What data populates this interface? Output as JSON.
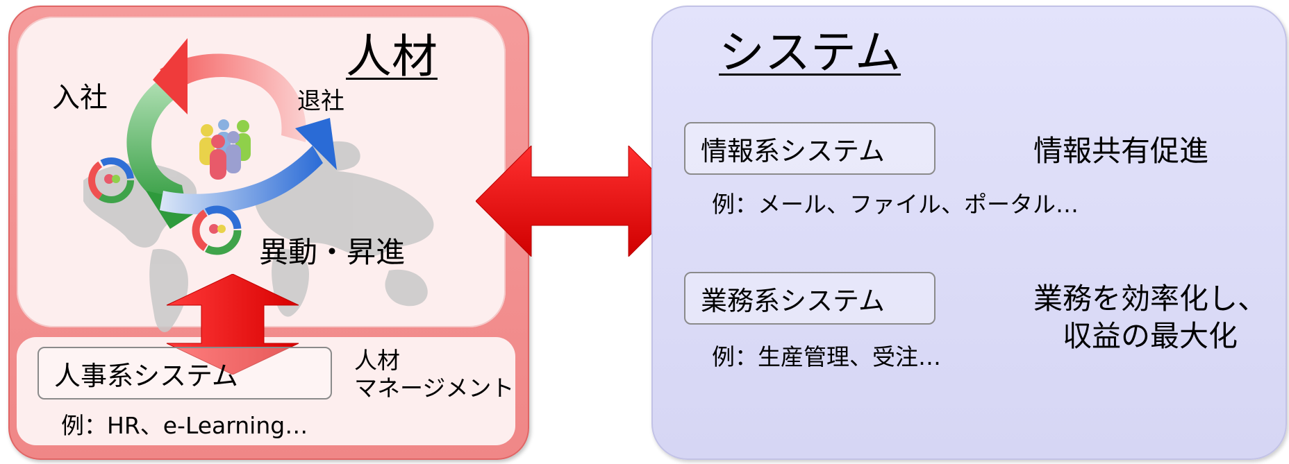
{
  "talent": {
    "title": "人材",
    "join": "入社",
    "leave": "退社",
    "transfer": "異動・昇進"
  },
  "hr_system": {
    "label": "人事系システム",
    "example": "例：HR、e-Learning…",
    "management_line1": "人材",
    "management_line2": "マネージメント"
  },
  "system": {
    "title": "システム",
    "info_system": "情報系システム",
    "info_purpose": "情報共有促進",
    "info_example": "例：メール、ファイル、ポータル…",
    "biz_system": "業務系システム",
    "biz_purpose_line1": "業務を効率化し、",
    "biz_purpose_line2": "収益の最大化",
    "biz_example": "例：生産管理、受注…"
  },
  "colors": {
    "left_panel": "#f08787",
    "right_panel": "#dcdcf7",
    "arrow_red": "#ee1111",
    "cycle_green": "#3fa34a",
    "cycle_blue": "#2f6fd6",
    "cycle_red": "#ef5050"
  },
  "icons": [
    "world-map-icon",
    "people-group-icon",
    "lifecycle-arrows-icon",
    "double-arrow-icon"
  ]
}
